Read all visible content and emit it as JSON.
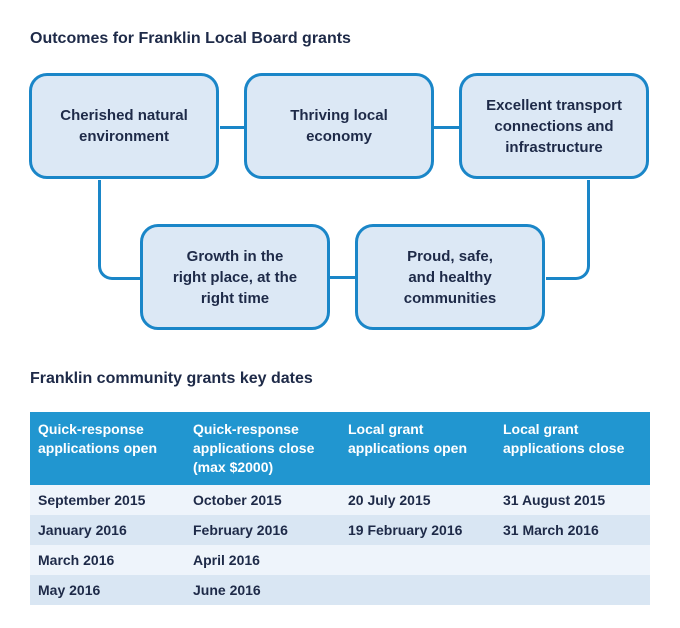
{
  "outcomes": {
    "title": "Outcomes for Franklin Local Board grants",
    "boxes": [
      {
        "label": "Cherished natural\nenvironment"
      },
      {
        "label": "Thriving local\neconomy"
      },
      {
        "label": "Excellent transport\nconnections and\ninfrastructure"
      },
      {
        "label": "Growth in the\nright place, at the\nright time"
      },
      {
        "label": "Proud, safe,\nand healthy\ncommunities"
      }
    ],
    "colors": {
      "border": "#1a86c8",
      "fill": "#dce8f5"
    }
  },
  "key_dates": {
    "title": "Franklin community grants key dates",
    "headers": [
      "Quick-response applications open",
      "Quick-response applications close (max $2000)",
      "Local grant applications open",
      "Local grant applications close"
    ],
    "rows": [
      [
        "September 2015",
        "October 2015",
        "20 July 2015",
        "31 August 2015"
      ],
      [
        "January 2016",
        "February 2016",
        "19 February 2016",
        "31 March 2016"
      ],
      [
        "March 2016",
        "April 2016",
        "",
        ""
      ],
      [
        "May 2016",
        "June 2016",
        "",
        ""
      ]
    ],
    "colors": {
      "header_bg": "#2196d0",
      "row_light": "#eef4fb",
      "row_dark": "#d9e6f3"
    }
  }
}
